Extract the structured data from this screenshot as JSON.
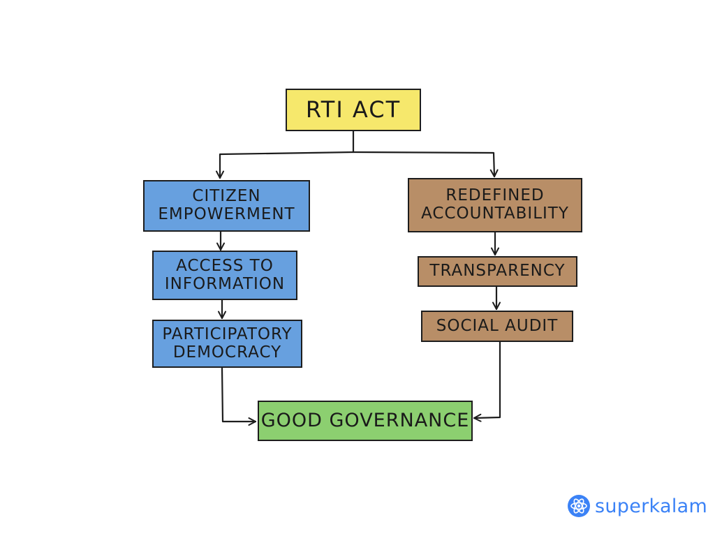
{
  "nodes": {
    "rti_act": {
      "lines": [
        "RTI ACT"
      ]
    },
    "citizen_empowerment": {
      "lines": [
        "CITIZEN",
        "EMPOWERMENT"
      ]
    },
    "access_to_information": {
      "lines": [
        "ACCESS TO",
        "INFORMATION"
      ]
    },
    "participatory_democracy": {
      "lines": [
        "PARTICIPATORY",
        "DEMOCRACY"
      ]
    },
    "redefined_accountability": {
      "lines": [
        "REDEFINED",
        "ACCOUNTABILITY"
      ]
    },
    "transparency": {
      "lines": [
        "TRANSPARENCY"
      ]
    },
    "social_audit": {
      "lines": [
        "SOCIAL AUDIT"
      ]
    },
    "good_governance": {
      "lines": [
        "GOOD GOVERNANCE"
      ]
    }
  },
  "edges": [
    {
      "from": "RTI ACT",
      "to": "CITIZEN EMPOWERMENT"
    },
    {
      "from": "RTI ACT",
      "to": "REDEFINED ACCOUNTABILITY"
    },
    {
      "from": "CITIZEN EMPOWERMENT",
      "to": "ACCESS TO INFORMATION"
    },
    {
      "from": "ACCESS TO INFORMATION",
      "to": "PARTICIPATORY DEMOCRACY"
    },
    {
      "from": "PARTICIPATORY DEMOCRACY",
      "to": "GOOD GOVERNANCE"
    },
    {
      "from": "REDEFINED ACCOUNTABILITY",
      "to": "TRANSPARENCY"
    },
    {
      "from": "TRANSPARENCY",
      "to": "SOCIAL AUDIT"
    },
    {
      "from": "SOCIAL AUDIT",
      "to": "GOOD GOVERNANCE"
    }
  ],
  "colors": {
    "rti_act": "#f6e86c",
    "left_branch": "#67a0df",
    "right_branch": "#b88e67",
    "good_governance": "#8ccf70",
    "brand": "#3b82f6"
  },
  "brand": {
    "name": "superkalam",
    "icon": "atom-logo-icon"
  }
}
